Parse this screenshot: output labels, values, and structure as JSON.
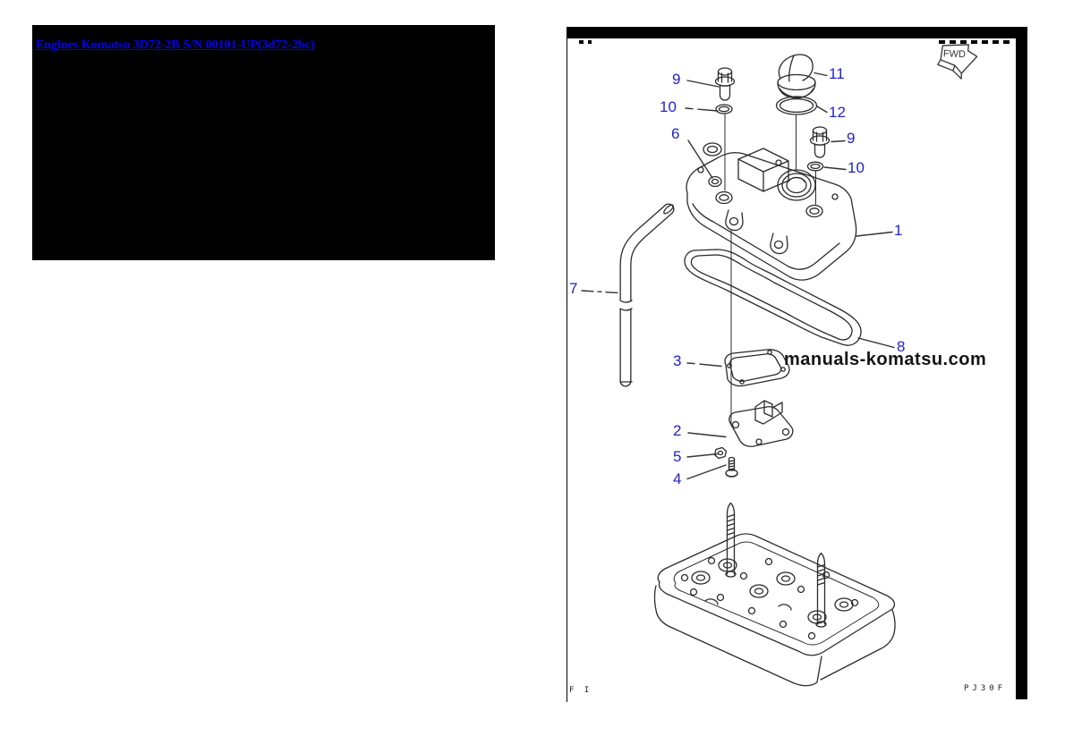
{
  "header_panel": {
    "link_text": "Engines Komatsu 3D72-2B S/N 00101-UP(3d72-2bc)"
  },
  "diagram": {
    "fwd_label": "FWD",
    "watermark": "manuals-komatsu.com",
    "footer_left": "F I",
    "footer_right": "PJ30F",
    "callouts": [
      {
        "num": "9"
      },
      {
        "num": "10"
      },
      {
        "num": "6"
      },
      {
        "num": "11"
      },
      {
        "num": "12"
      },
      {
        "num": "9"
      },
      {
        "num": "10"
      },
      {
        "num": "1"
      },
      {
        "num": "7"
      },
      {
        "num": "8"
      },
      {
        "num": "3"
      },
      {
        "num": "2"
      },
      {
        "num": "5"
      },
      {
        "num": "4"
      }
    ],
    "colors": {
      "panel_bg": "#000000",
      "link_blue": "#0000ff",
      "callout_blue": "#2222cc",
      "line_art": "#2b2b2b"
    }
  }
}
